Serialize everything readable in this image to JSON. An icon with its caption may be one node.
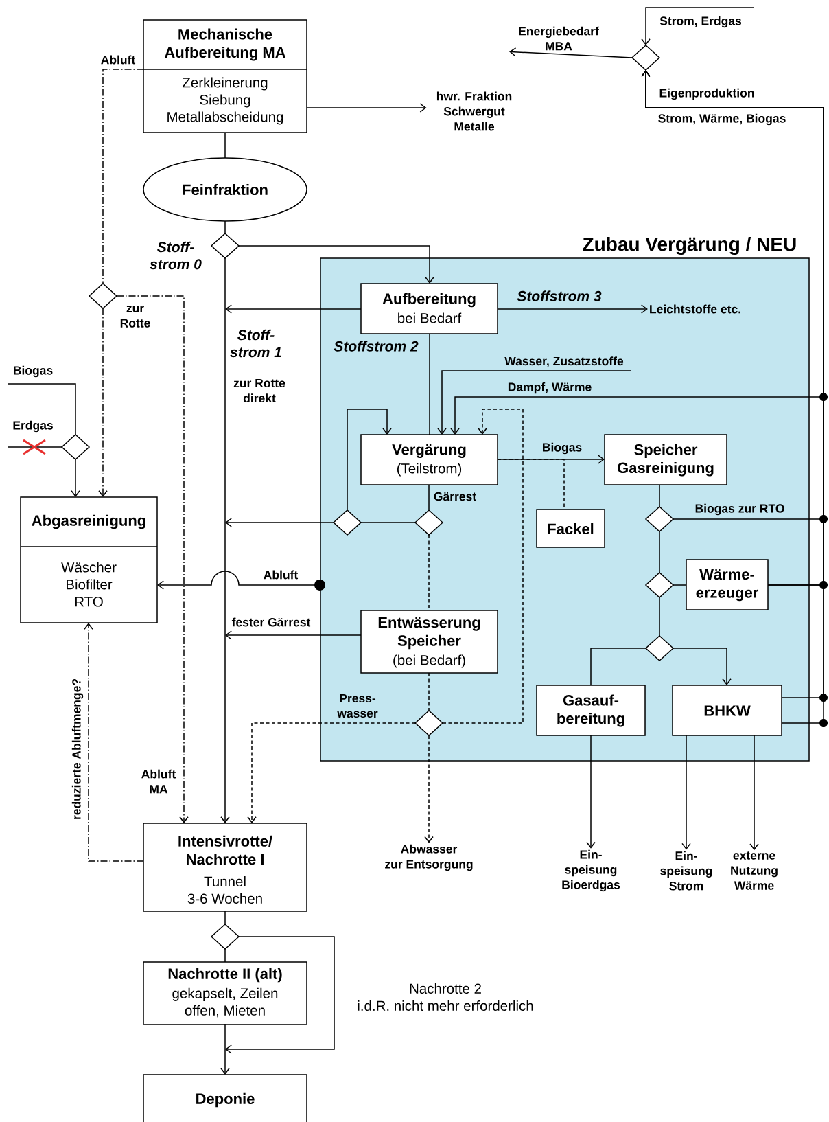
{
  "diagram": {
    "nodes": [
      {
        "text": [
          "Mechanische Aufbereitung MA",
          "Zerkleinerung Siebung Metallabscheidung"
        ]
      },
      {
        "text": [
          "Feinfraktion"
        ]
      },
      {
        "text": [],
        "shape": "diamond"
      },
      {
        "text": [
          "hwr. Fraktion Schwergut Metalle"
        ]
      },
      {
        "text": [],
        "shape": "diamond"
      },
      {
        "text": [
          "Energiebedarf MBA"
        ]
      },
      {
        "text": [
          "Zubau Vergärung / NEU"
        ]
      },
      {
        "text": [
          "Aufbereitung",
          "bei Bedarf"
        ],
        "in": 6
      },
      {
        "text": [
          "Leichtstoffe etc."
        ],
        "in": 6
      },
      {
        "text": [
          "Vergärung",
          "(Teilstrom)"
        ],
        "in": 6
      },
      {
        "text": [
          "Speicher Gasreinigung"
        ],
        "in": 6
      },
      {
        "text": [
          "Fackel"
        ],
        "in": 6
      },
      {
        "text": [],
        "shape": "diamond",
        "in": 6
      },
      {
        "text": [],
        "shape": "diamond",
        "in": 6
      },
      {
        "text": [],
        "shape": "diamond",
        "in": 6
      },
      {
        "text": [
          "Wärme- erzeuger"
        ],
        "in": 6
      },
      {
        "text": [],
        "shape": "diamond",
        "in": 6
      },
      {
        "text": [
          "Entwässerung Speicher",
          "(bei Bedarf)"
        ],
        "in": 6
      },
      {
        "text": [],
        "shape": "diamond",
        "in": 6
      },
      {
        "text": [
          "Gasauf- bereitung"
        ],
        "in": 6
      },
      {
        "text": [
          "BHKW"
        ],
        "in": 6
      },
      {
        "text": [],
        "shape": "diamond",
        "in": 6
      },
      {
        "text": [
          "Abgasreinigung",
          "Wäscher Biofilter RTO"
        ]
      },
      {
        "text": [],
        "shape": "diamond"
      },
      {
        "text": [],
        "shape": "diamond"
      },
      {
        "text": [
          "Intensivrotte/ Nachrotte I",
          "Tunnel 3-6 Wochen"
        ]
      },
      {
        "text": [],
        "shape": "diamond"
      },
      {
        "text": [
          "Nachrotte II (alt)",
          "gekapselt, Zeilen offen, Mieten"
        ]
      },
      {
        "text": [
          "Deponie"
        ]
      },
      {
        "text": [
          "Abwasser zur Entsorgung"
        ]
      },
      {
        "text": [
          "Ein- speisung Bioerdgas"
        ]
      },
      {
        "text": [
          "Ein- speisung Strom"
        ]
      },
      {
        "text": [
          "externe Nutzung Wärme"
        ]
      }
    ],
    "edges": [
      {
        "from": 0,
        "to": 1,
        "arrow": "none"
      },
      {
        "from": 0,
        "to": 3,
        "arrow": "to"
      },
      {
        "from": 0,
        "to": 24,
        "arrow": "none",
        "style": "dashed",
        "label": "Abluft"
      },
      {
        "from": 1,
        "to": 2,
        "arrow": "none"
      },
      {
        "from": 2,
        "to": 25,
        "arrow": "to",
        "label": "Stoff- strom 1"
      },
      {
        "from": 2,
        "to": 7,
        "arrow": "to"
      },
      {
        "from": 7,
        "to": null,
        "arrow": "to"
      },
      {
        "from": 7,
        "to": 8,
        "arrow": "to",
        "label": "Stoffstrom 3"
      },
      {
        "from": 7,
        "to": 9,
        "arrow": "none",
        "label": "Stoffstrom 2"
      },
      {
        "from": null,
        "to": 9,
        "arrow": "to",
        "label": "Wasser, Zusatzstoffe"
      },
      {
        "from": 15,
        "to": 9,
        "arrow": "to",
        "label": "Dampf, Wärme"
      },
      {
        "from": 12,
        "to": 9,
        "arrow": "to"
      },
      {
        "from": 13,
        "to": 12,
        "arrow": "none"
      },
      {
        "from": 12,
        "to": null,
        "arrow": "to"
      },
      {
        "from": 9,
        "to": 13,
        "arrow": "none",
        "label": "Gärrest"
      },
      {
        "from": 13,
        "to": 17,
        "arrow": "none",
        "style": "dashed"
      },
      {
        "from": 17,
        "to": null,
        "arrow": "to",
        "label": "fester Gärrest"
      },
      {
        "from": 17,
        "to": 21,
        "arrow": "none",
        "style": "dashed"
      },
      {
        "from": 21,
        "to": 9,
        "arrow": "to",
        "style": "dashed"
      },
      {
        "from": 21,
        "to": 29,
        "arrow": "to",
        "style": "dashed"
      },
      {
        "from": 21,
        "to": 25,
        "arrow": "to",
        "style": "dashed",
        "label": "Press- wasser"
      },
      {
        "from": 9,
        "to": 10,
        "arrow": "to",
        "label": "Biogas"
      },
      {
        "from": 9,
        "to": 11,
        "arrow": "none",
        "style": "dashed"
      },
      {
        "from": 10,
        "to": 14,
        "arrow": "none"
      },
      {
        "from": 14,
        "to": 16,
        "arrow": "none"
      },
      {
        "from": 16,
        "to": 15,
        "arrow": "none"
      },
      {
        "from": 16,
        "to": 18,
        "arrow": "none"
      },
      {
        "from": 18,
        "to": 19,
        "arrow": "none"
      },
      {
        "from": 18,
        "to": 20,
        "arrow": "to"
      },
      {
        "from": 19,
        "to": 30,
        "arrow": "to"
      },
      {
        "from": 20,
        "to": 31,
        "arrow": "to"
      },
      {
        "from": 20,
        "to": 32,
        "arrow": "to"
      },
      {
        "from": 14,
        "to": 4,
        "arrow": "to",
        "label": "Biogas zur RTO"
      },
      {
        "from": 15,
        "to": 4,
        "arrow": "to"
      },
      {
        "from": 20,
        "to": 4,
        "arrow": "to"
      },
      {
        "from": 20,
        "to": 4,
        "arrow": "to"
      },
      {
        "from": null,
        "to": 4,
        "arrow": "to",
        "label": "Strom, Erdgas"
      },
      {
        "from": 4,
        "to": 5,
        "arrow": "to"
      },
      {
        "from": 6,
        "to": 22,
        "arrow": "to",
        "label": "Abluft"
      },
      {
        "from": null,
        "to": 23,
        "arrow": "none",
        "label": "Biogas"
      },
      {
        "from": null,
        "to": 23,
        "arrow": "none",
        "label": "Erdgas"
      },
      {
        "from": 23,
        "to": 22,
        "arrow": "to"
      },
      {
        "from": 24,
        "to": 22,
        "arrow": "to",
        "style": "dashed"
      },
      {
        "from": 24,
        "to": 25,
        "arrow": "to",
        "style": "dashed",
        "label": "zur Rotte"
      },
      {
        "from": 25,
        "to": 22,
        "arrow": "to",
        "style": "dashed",
        "label": "reduzierte Abluftmenge?"
      },
      {
        "from": 25,
        "to": 26,
        "arrow": "none"
      },
      {
        "from": 26,
        "to": 27,
        "arrow": "none"
      },
      {
        "from": 26,
        "to": null,
        "arrow": "to"
      },
      {
        "from": 27,
        "to": 28,
        "arrow": "to"
      }
    ],
    "labels": [
      "Eigenproduktion",
      "Strom, Wärme, Biogas",
      "Stoff- strom 0",
      "zur Rotte direkt",
      "Abluft MA",
      "Nachrotte 2 i.d.R. nicht mehr erforderlich"
    ]
  }
}
